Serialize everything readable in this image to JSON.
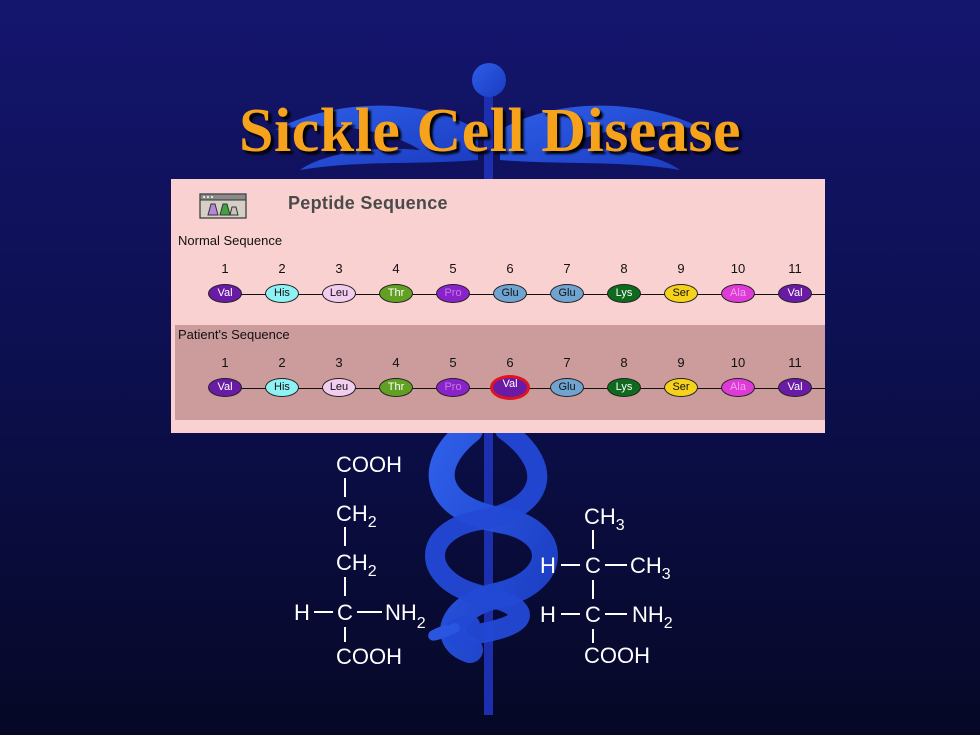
{
  "slide": {
    "title": "Sickle Cell Disease",
    "background_colors": [
      "#14156e",
      "#060826"
    ],
    "title_color": "#f7a21b"
  },
  "panel": {
    "icon": "test-tube-rack-icon",
    "title": "Peptide Sequence",
    "normal_label": "Normal Sequence",
    "patient_label": "Patient's Sequence",
    "normal_sequence": [
      {
        "num": "1",
        "aa": "Val",
        "color": "#6a1ba6",
        "text": "#ffffff"
      },
      {
        "num": "2",
        "aa": "His",
        "color": "#8ef2f5",
        "text": "#111111"
      },
      {
        "num": "3",
        "aa": "Leu",
        "color": "#f2cdf0",
        "text": "#111111"
      },
      {
        "num": "4",
        "aa": "Thr",
        "color": "#62a024",
        "text": "#ffffff"
      },
      {
        "num": "5",
        "aa": "Pro",
        "color": "#8a22cc",
        "text": "#c47be0"
      },
      {
        "num": "6",
        "aa": "Glu",
        "color": "#6fa3d0",
        "text": "#111111"
      },
      {
        "num": "7",
        "aa": "Glu",
        "color": "#6fa3d0",
        "text": "#111111"
      },
      {
        "num": "8",
        "aa": "Lys",
        "color": "#0f6a1e",
        "text": "#ffffff"
      },
      {
        "num": "9",
        "aa": "Ser",
        "color": "#f6d21a",
        "text": "#111111"
      },
      {
        "num": "10",
        "aa": "Ala",
        "color": "#dd3ad8",
        "text": "#f5a0ee"
      },
      {
        "num": "11",
        "aa": "Val",
        "color": "#6a1ba6",
        "text": "#ffffff"
      }
    ],
    "patient_sequence": [
      {
        "num": "1",
        "aa": "Val",
        "color": "#6a1ba6",
        "text": "#ffffff"
      },
      {
        "num": "2",
        "aa": "His",
        "color": "#8ef2f5",
        "text": "#111111"
      },
      {
        "num": "3",
        "aa": "Leu",
        "color": "#f2cdf0",
        "text": "#111111"
      },
      {
        "num": "4",
        "aa": "Thr",
        "color": "#62a024",
        "text": "#ffffff"
      },
      {
        "num": "5",
        "aa": "Pro",
        "color": "#8a22cc",
        "text": "#c47be0"
      },
      {
        "num": "6",
        "aa": "Val",
        "color": "#6a1ba6",
        "text": "#ffffff",
        "mutation": true,
        "highlight": "#e0141e"
      },
      {
        "num": "7",
        "aa": "Glu",
        "color": "#6fa3d0",
        "text": "#111111"
      },
      {
        "num": "8",
        "aa": "Lys",
        "color": "#0f6a1e",
        "text": "#ffffff"
      },
      {
        "num": "9",
        "aa": "Ser",
        "color": "#f6d21a",
        "text": "#111111"
      },
      {
        "num": "10",
        "aa": "Ala",
        "color": "#dd3ad8",
        "text": "#f5a0ee"
      },
      {
        "num": "11",
        "aa": "Val",
        "color": "#6a1ba6",
        "text": "#ffffff"
      }
    ]
  },
  "glutamate": {
    "top": "COOH",
    "ch2_a": "CH",
    "ch2_a_sub": "2",
    "ch2_b": "CH",
    "ch2_b_sub": "2",
    "h": "H",
    "c": "C",
    "nh": "NH",
    "nh_sub": "2",
    "bottom": "COOH"
  },
  "valine": {
    "top": "CH",
    "top_sub": "3",
    "h1": "H",
    "c1": "C",
    "ch3": "CH",
    "ch3_sub": "3",
    "h2": "H",
    "c2": "C",
    "nh": "NH",
    "nh_sub": "2",
    "bottom": "COOH"
  }
}
